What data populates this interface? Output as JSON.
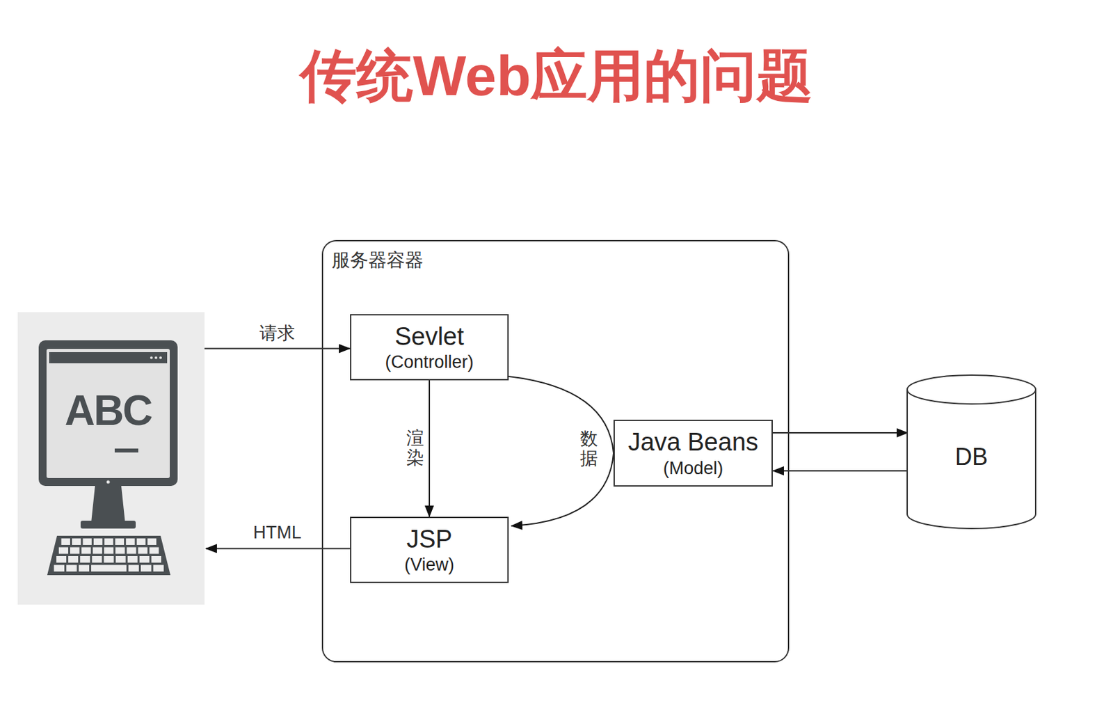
{
  "diagram": {
    "title": "传统Web应用的问题",
    "nodes": [
      {
        "text": [
          "ABC"
        ]
      },
      {
        "text": [
          "服务器容器"
        ]
      },
      {
        "text": [
          "Sevlet",
          "(Controller)"
        ],
        "in": 1
      },
      {
        "text": [
          "Java Beans",
          "(Model)"
        ],
        "in": 1
      },
      {
        "text": [
          "JSP",
          "(View)"
        ],
        "in": 1
      },
      {
        "text": [
          "DB"
        ]
      }
    ],
    "edges": [
      {
        "from": 0,
        "to": 2,
        "arrow": "to",
        "label": "请求"
      },
      {
        "from": 2,
        "to": 4,
        "arrow": "to",
        "label": "渲染"
      },
      {
        "from": 2,
        "to": 3,
        "arrow": "none"
      },
      {
        "from": 3,
        "to": 4,
        "arrow": "to",
        "label": "数据"
      },
      {
        "from": 3,
        "to": 5,
        "arrow": "to"
      },
      {
        "from": 5,
        "to": 3,
        "arrow": "to"
      },
      {
        "from": 4,
        "to": 0,
        "arrow": "to",
        "label": "HTML"
      }
    ]
  }
}
